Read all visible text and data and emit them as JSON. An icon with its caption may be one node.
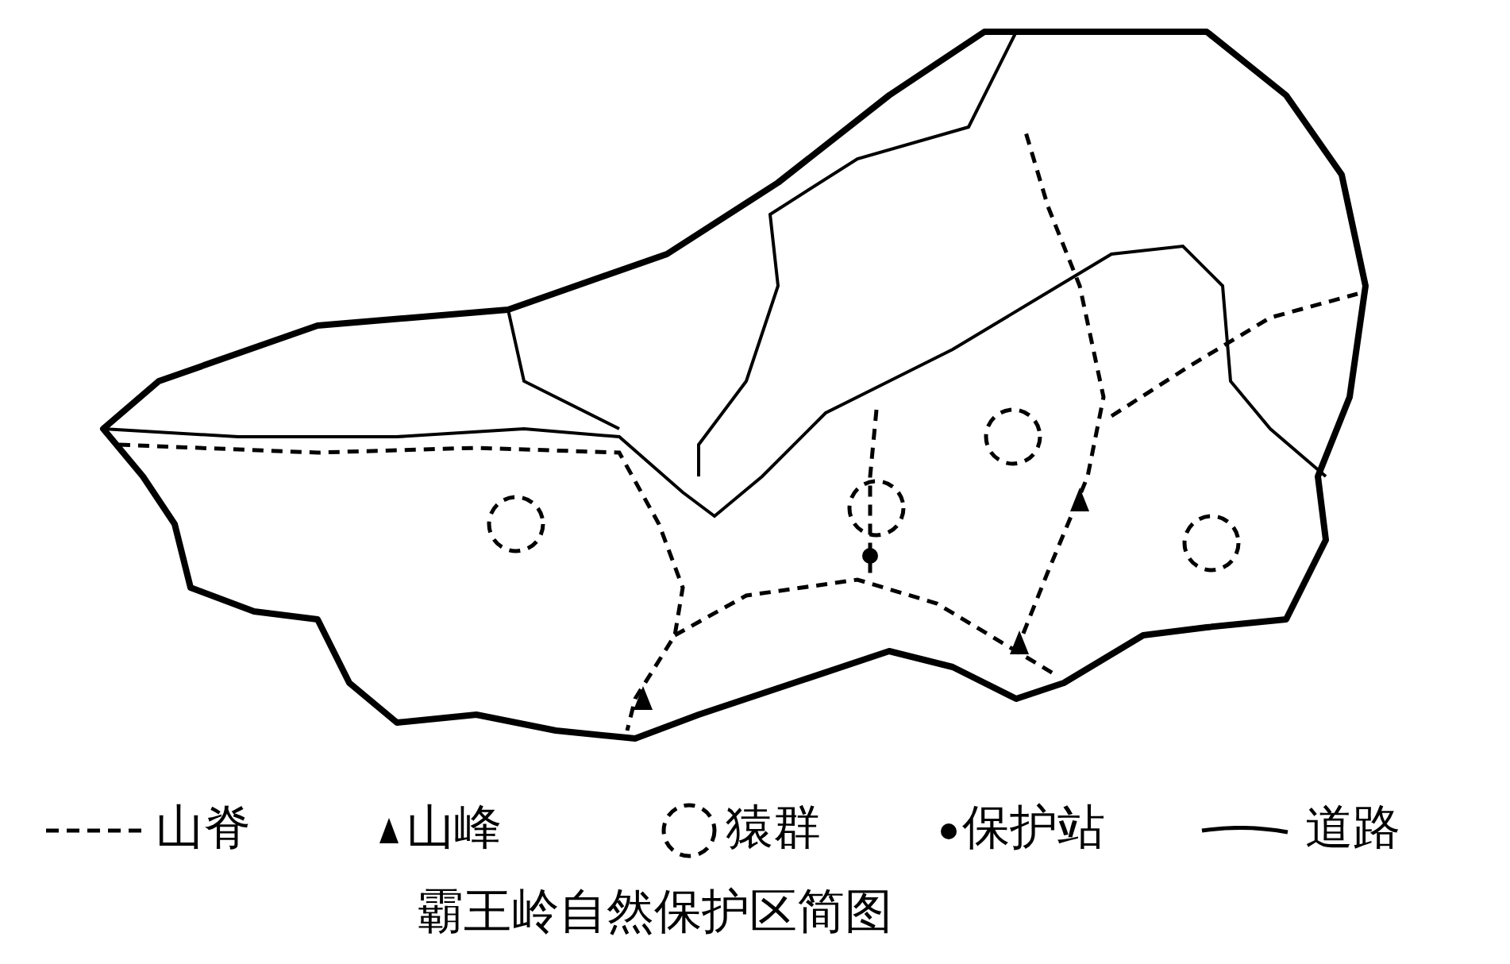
{
  "diagram": {
    "caption": "霸王岭自然保护区简图",
    "legend": [
      {
        "text": "山脊"
      },
      {
        "text": "山峰"
      },
      {
        "text": "猿群"
      },
      {
        "text": "保护站"
      },
      {
        "text": "道路"
      }
    ]
  }
}
